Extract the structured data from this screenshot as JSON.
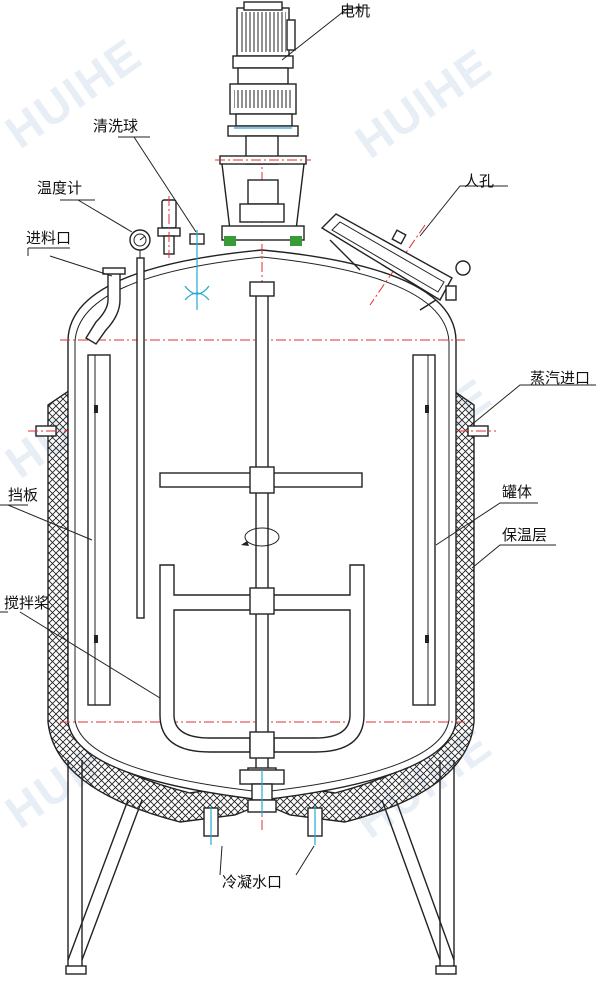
{
  "watermark": "HUIHE",
  "labels": {
    "motor": "电机",
    "cleaning_ball": "清洗球",
    "thermometer": "温度计",
    "feed_inlet": "进料口",
    "manhole": "人孔",
    "steam_inlet": "蒸汽进口",
    "baffle": "挡板",
    "tank_body": "罐体",
    "insulation_layer": "保温层",
    "agitator_paddle": "搅拌桨",
    "condensate_outlet": "冷凝水口"
  },
  "colors": {
    "line": "#222222",
    "centerline": "#e03030",
    "connector": "#25a9d6",
    "watermark": "#e8eef5"
  }
}
